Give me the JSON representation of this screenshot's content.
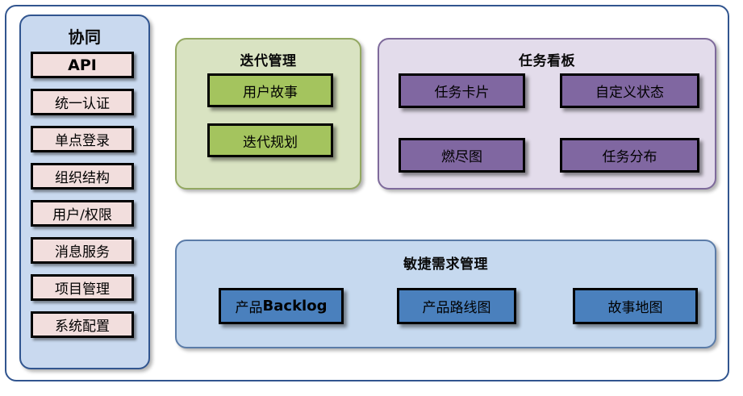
{
  "diagram": {
    "title": "",
    "colors": {
      "frame_border": "#31558f",
      "sidebar_bg": "#c9d9ef",
      "sidebar_item_bg": "#f2dedd",
      "iteration_panel_bg": "#d9e3c2",
      "iteration_box_bg": "#a4c45e",
      "taskboard_panel_bg": "#e3dceb",
      "taskboard_box_bg": "#8067a1",
      "agile_panel_bg": "#c6d9ef",
      "agile_box_bg": "#4a80bd",
      "box_border": "#000000"
    }
  },
  "sidebar": {
    "title": "协同",
    "items": [
      {
        "label": "API",
        "emphasis": "bold"
      },
      {
        "label": "统一认证",
        "emphasis": "normal"
      },
      {
        "label": "单点登录",
        "emphasis": "normal"
      },
      {
        "label": "组织结构",
        "emphasis": "normal"
      },
      {
        "label": "用户/权限",
        "emphasis": "normal"
      },
      {
        "label": "消息服务",
        "emphasis": "normal"
      },
      {
        "label": "项目管理",
        "emphasis": "normal"
      },
      {
        "label": "系统配置",
        "emphasis": "normal"
      }
    ]
  },
  "iteration": {
    "title": "迭代管理",
    "boxes": [
      {
        "label": "用户故事"
      },
      {
        "label": "迭代规划"
      }
    ]
  },
  "taskboard": {
    "title": "任务看板",
    "boxes": [
      {
        "label": "任务卡片"
      },
      {
        "label": "自定义状态"
      },
      {
        "label": "燃尽图"
      },
      {
        "label": "任务分布"
      }
    ]
  },
  "agile": {
    "title": "敏捷需求管理",
    "boxes": [
      {
        "label_prefix": "产品",
        "label_bold": "Backlog",
        "label": "产品Backlog"
      },
      {
        "label": "产品路线图"
      },
      {
        "label": "故事地图"
      }
    ]
  }
}
